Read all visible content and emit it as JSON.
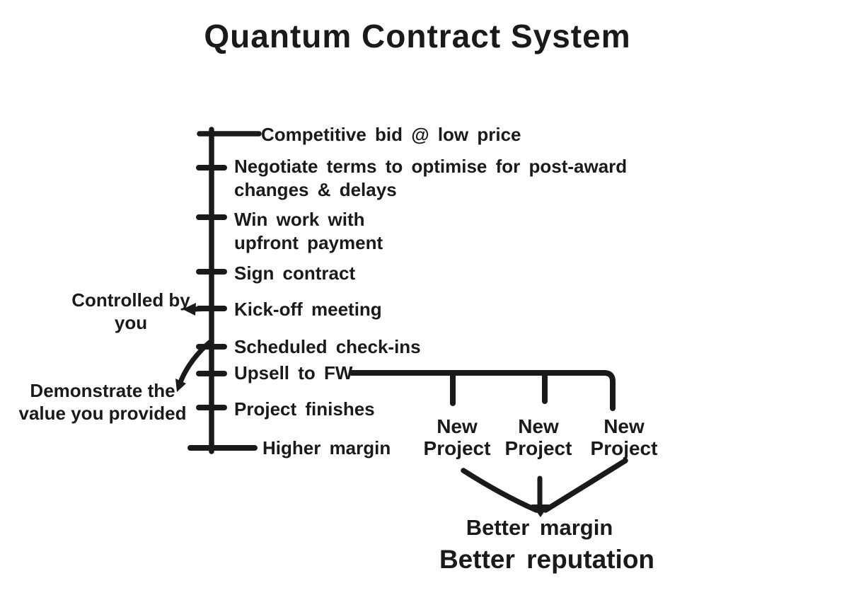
{
  "title": "Quantum Contract System",
  "timeline": {
    "items": [
      {
        "label": "Competitive bid @ low price"
      },
      {
        "label": "Negotiate terms to optimise for post-award\nchanges & delays"
      },
      {
        "label": "Win work with\nupfront payment"
      },
      {
        "label": "Sign contract"
      },
      {
        "label": "Kick-off meeting"
      },
      {
        "label": "Scheduled check-ins"
      },
      {
        "label": "Upsell to FW"
      },
      {
        "label": "Project finishes"
      },
      {
        "label": "Higher margin"
      }
    ]
  },
  "annotations": {
    "controlled_by": "Controlled by\nyou",
    "demonstrate_value": "Demonstrate the\nvalue you provided"
  },
  "branch": {
    "projects": [
      {
        "label": "New\nProject"
      },
      {
        "label": "New\nProject"
      },
      {
        "label": "New\nProject"
      }
    ],
    "outcome_margin": "Better margin",
    "outcome_reputation": "Better reputation"
  },
  "colors": {
    "ink": "#1a1a1a",
    "background": "#ffffff"
  }
}
